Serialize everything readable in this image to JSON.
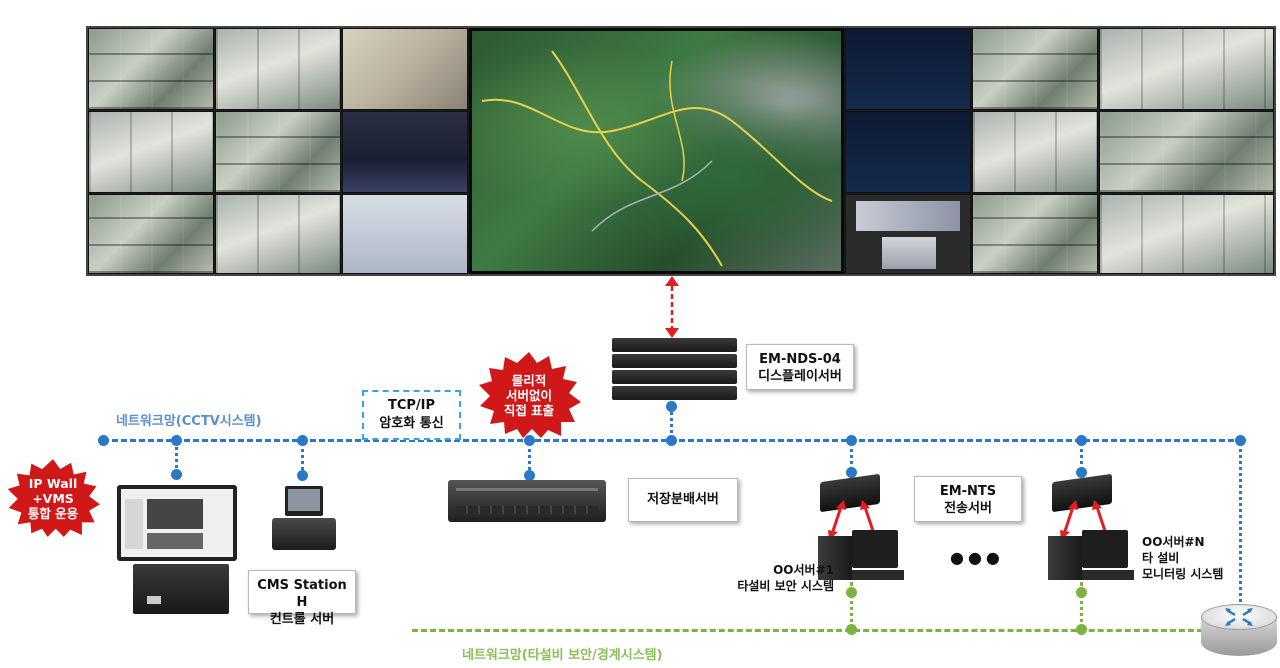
{
  "video_wall": {
    "name": "video-wall"
  },
  "labels": {
    "em_nds": [
      "EM-NDS-04",
      "디스플레이서버"
    ],
    "tcpip": [
      "TCP/IP",
      "암호화 통신"
    ],
    "physical": [
      "물리적",
      "서버없이",
      "직접 표출"
    ],
    "ipwall": [
      "IP Wall",
      "+VMS",
      "통합 운용"
    ],
    "storage": "저장분배서버",
    "em_nts": [
      "EM-NTS",
      "전송서버"
    ],
    "cms": [
      "CMS Station H",
      "컨트롤 서버"
    ],
    "server1": [
      "OO서버#1",
      "타설비 보안 시스템"
    ],
    "servern": [
      "OO서버#N",
      "타 설비",
      "모니터링 시스템"
    ],
    "ellipsis": "●●●",
    "net_cctv": "네트워크망(CCTV시스템)",
    "net_security": "네트워크망(타설비 보안/경계시스템)"
  },
  "colors": {
    "network_blue": "#2a78c6",
    "network_green": "#7cb342",
    "starburst_red": "#d01818",
    "arrow_red": "#e01f1f"
  }
}
